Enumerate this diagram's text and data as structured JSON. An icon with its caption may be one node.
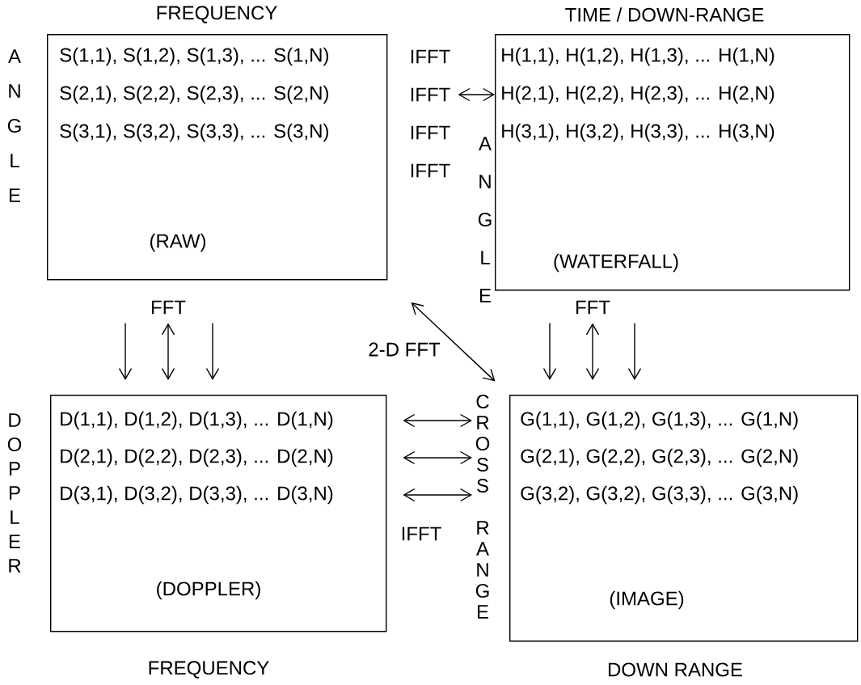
{
  "diagram": {
    "nodes": [
      {
        "text": [
          "FREQUENCY",
          "S(1,1), S(1,2), S(1,3), ... S(1,N)",
          "S(2,1), S(2,2), S(2,3), ... S(2,N)",
          "S(3,1), S(3,2), S(3,3), ... S(3,N)",
          "(RAW)"
        ]
      },
      {
        "text": [
          "TIME / DOWN-RANGE",
          "H(1,1), H(1,2), H(1,3), ... H(1,N)",
          "H(2,1), H(2,2), H(2,3), ... H(2,N)",
          "H(3,1), H(3,2), H(3,3), ... H(3,N)",
          "(WATERFALL)"
        ]
      },
      {
        "text": [
          "D(1,1), D(1,2), D(1,3), ... D(1,N)",
          "D(2,1), D(2,2), D(2,3), ... D(2,N)",
          "D(3,1), D(3,2), D(3,3), ... D(3,N)",
          "(DOPPLER)",
          "FREQUENCY"
        ]
      },
      {
        "text": [
          "G(1,1), G(1,2), G(1,3), ... G(1,N)",
          "G(2,1), G(2,2), G(2,3), ... G(2,N)",
          "G(3,2), G(3,2), G(3,3), ... G(3,N)",
          "(IMAGE)",
          "DOWN RANGE"
        ]
      },
      {
        "text": [
          "IFFT"
        ]
      }
    ],
    "edges": [
      {
        "from": 4,
        "to": 1,
        "arrow": "both"
      },
      {
        "from": 0,
        "to": 2,
        "arrow": "to"
      },
      {
        "from": 0,
        "to": 2,
        "arrow": "both",
        "label": "FFT"
      },
      {
        "from": 0,
        "to": 2,
        "arrow": "to"
      },
      {
        "from": 1,
        "to": 3,
        "arrow": "to"
      },
      {
        "from": 1,
        "to": 3,
        "arrow": "both",
        "label": "FFT"
      },
      {
        "from": 1,
        "to": 3,
        "arrow": "to"
      },
      {
        "from": 0,
        "to": 3,
        "arrow": "both",
        "label": "2-D FFT"
      },
      {
        "from": 2,
        "to": 3,
        "arrow": "both"
      },
      {
        "from": 2,
        "to": 3,
        "arrow": "both"
      },
      {
        "from": 2,
        "to": 3,
        "arrow": "both",
        "label": "IFFT"
      }
    ],
    "labels": [
      "ANGLE",
      "IFFT",
      "IFFT",
      "IFFT",
      "ANGLE",
      "DOPPLER",
      "CROSS RANGE"
    ]
  }
}
